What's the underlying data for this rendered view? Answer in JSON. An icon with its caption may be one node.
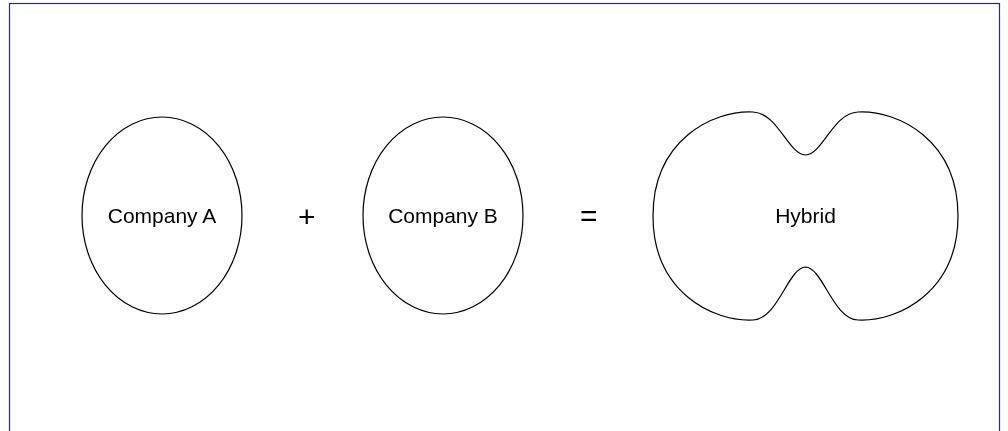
{
  "diagram": {
    "nodes": [
      {
        "text": [
          "Company A"
        ]
      },
      {
        "text": [
          "Company B"
        ]
      },
      {
        "text": [
          "Hybrid"
        ]
      }
    ],
    "labels": [
      "+",
      "="
    ]
  }
}
